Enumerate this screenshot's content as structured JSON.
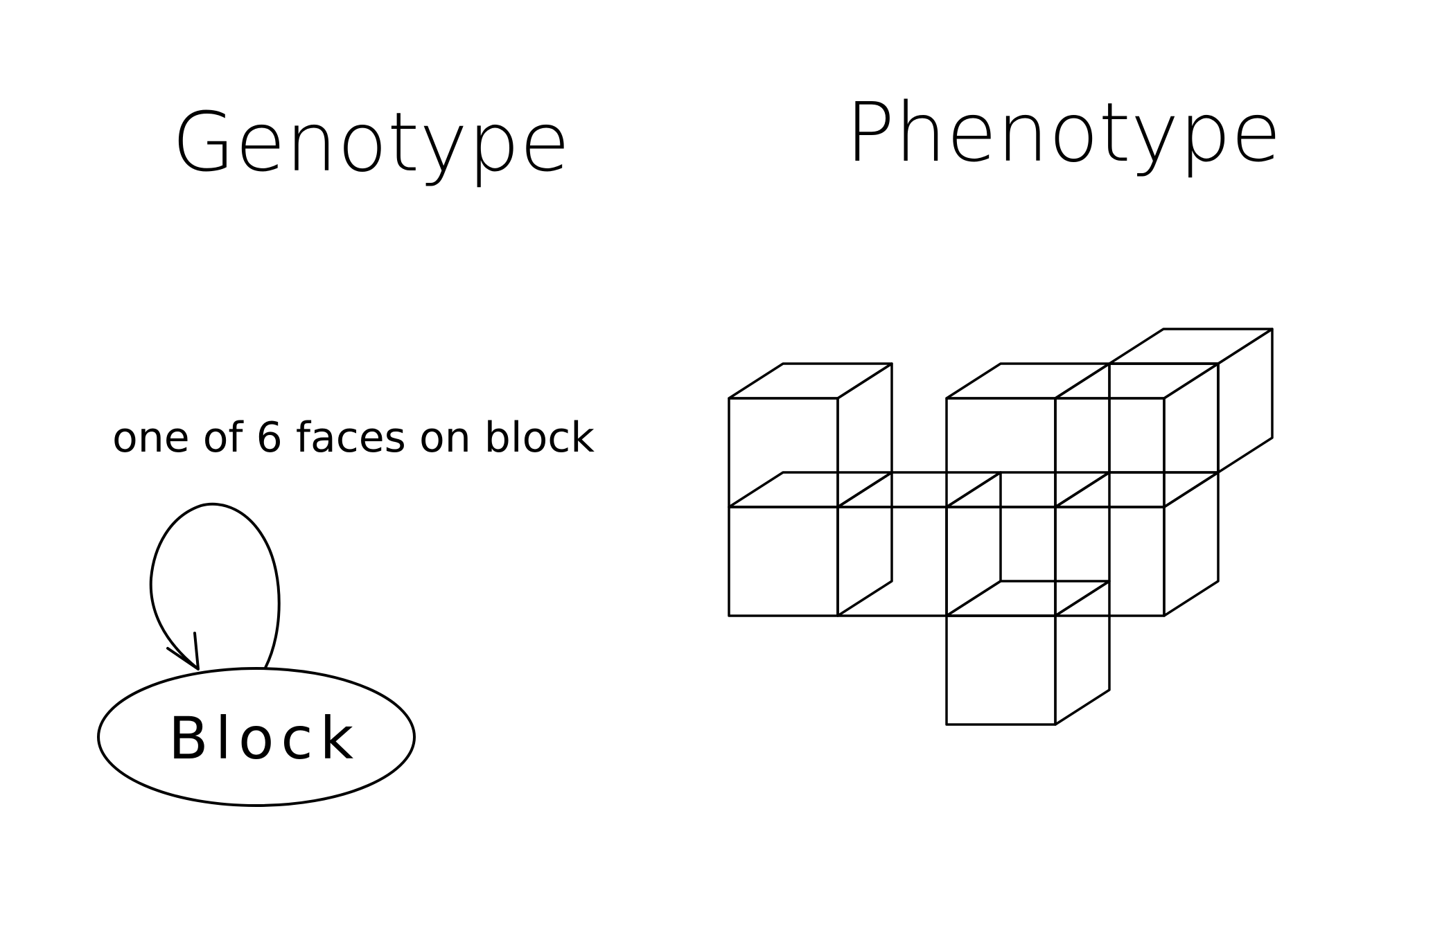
{
  "genotype": {
    "title": "Genotype",
    "edge_label": "one of 6 faces on block",
    "node_label": "Block"
  },
  "phenotype": {
    "title": "Phenotype"
  },
  "colors": {
    "ink": "#000000",
    "background": "#ffffff"
  }
}
